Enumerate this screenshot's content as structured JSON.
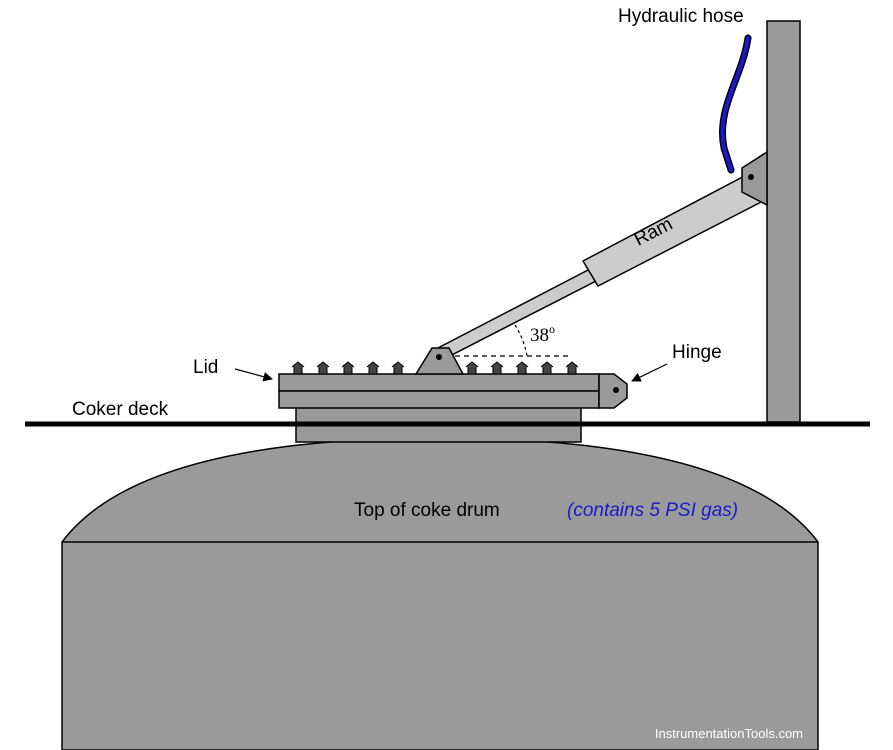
{
  "labels": {
    "hydraulic_hose": "Hydraulic hose",
    "ram": "Ram",
    "angle": "38",
    "angle_unit": "o",
    "lid": "Lid",
    "hinge": "Hinge",
    "coker_deck": "Coker deck",
    "drum_top": "Top of coke drum",
    "gas_note": "(contains 5 PSI gas)"
  },
  "watermark": "InstrumentationTools.com",
  "colors": {
    "metal": "#9a9a9a",
    "ram_body": "#cccccc",
    "hose": "#1a1acc",
    "note": "#1a1acc",
    "deck": "#000000"
  }
}
